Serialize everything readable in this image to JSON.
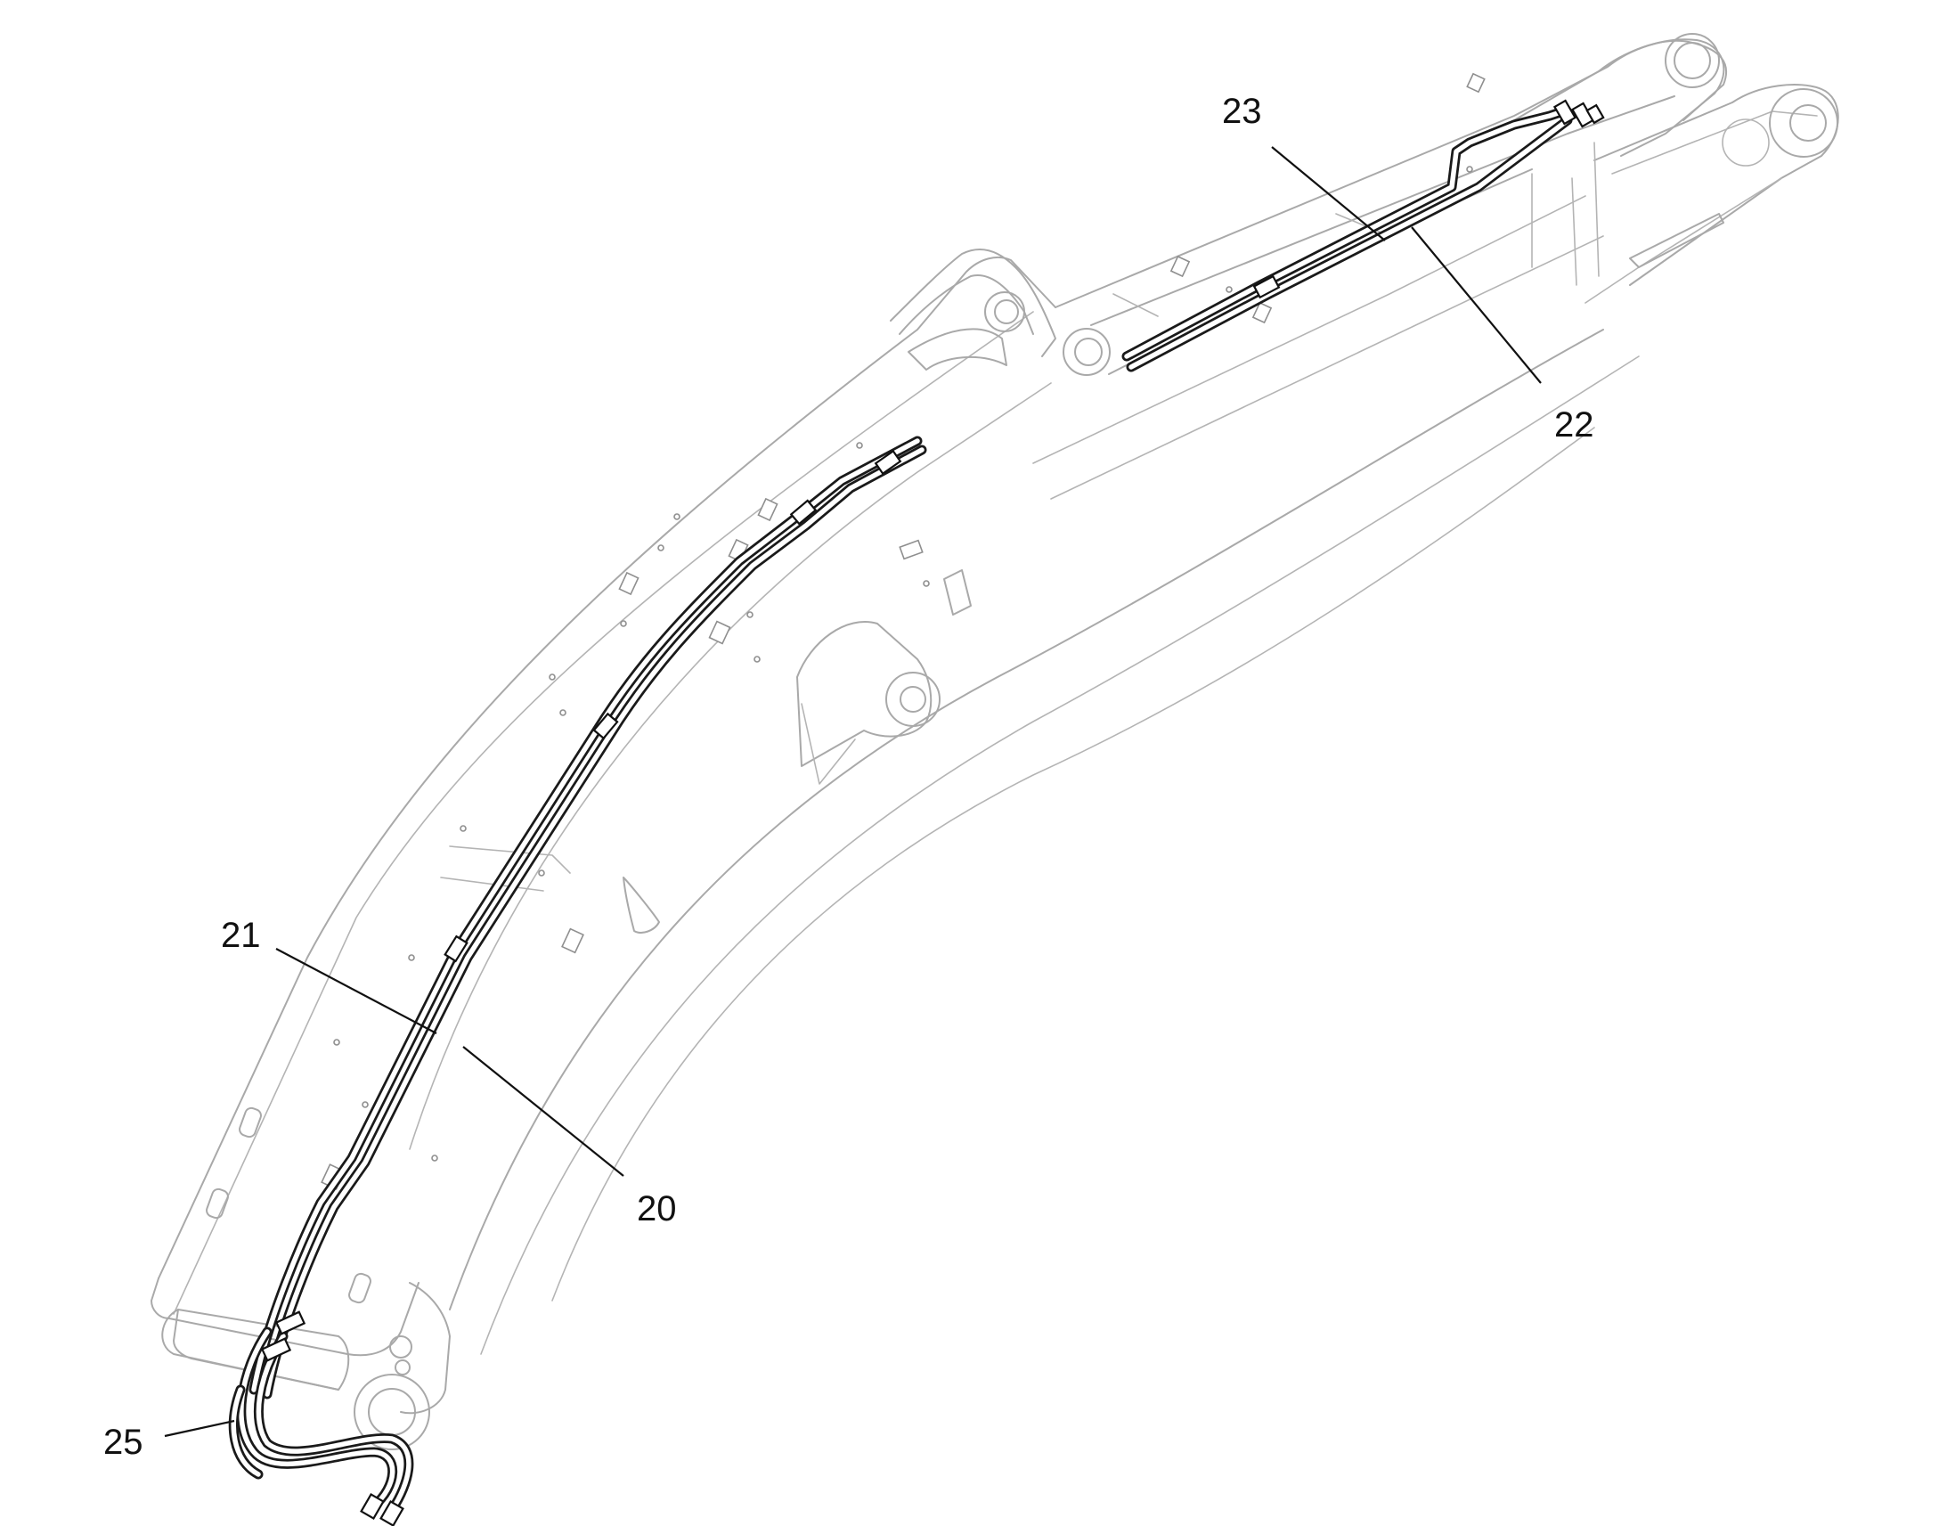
{
  "callouts": [
    {
      "id": "20",
      "label": "20"
    },
    {
      "id": "21",
      "label": "21"
    },
    {
      "id": "22",
      "label": "22"
    },
    {
      "id": "23",
      "label": "23"
    },
    {
      "id": "25",
      "label": "25"
    }
  ],
  "colors": {
    "line_art": "#a9a9a9",
    "hose": "#1a1a1a",
    "text": "#111111",
    "background": "#ffffff"
  }
}
